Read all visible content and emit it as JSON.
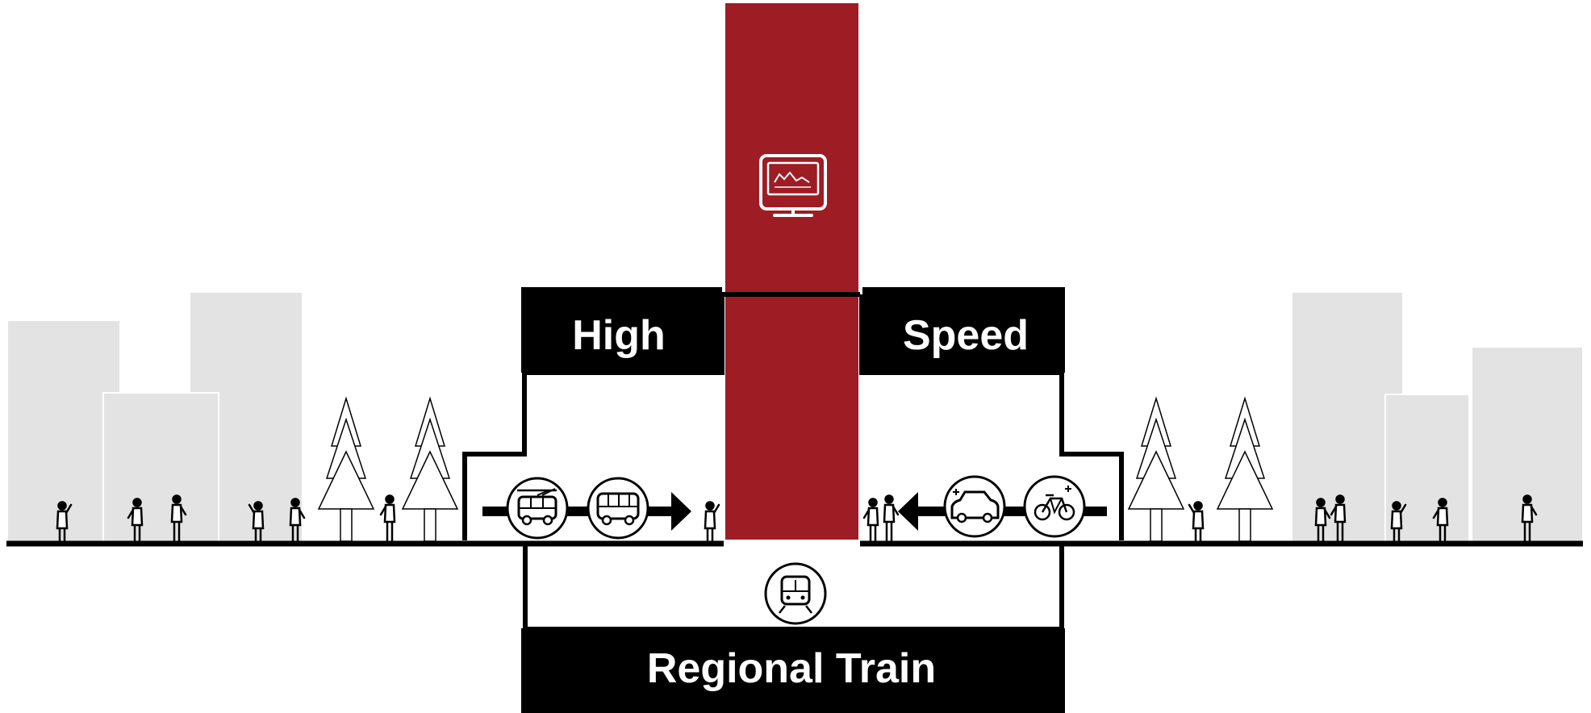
{
  "labels": {
    "top_left": "High",
    "top_right": "Speed",
    "bottom": "Regional Train"
  },
  "colors": {
    "tower": "#9E1C24",
    "building": "#E3E3E3",
    "ink": "#000000",
    "paper": "#FFFFFF"
  },
  "icons": {
    "tower": "monitor-chart-icon",
    "left_deck": [
      "trolleybus-icon",
      "bus-icon"
    ],
    "right_deck": [
      "electric-car-icon",
      "electric-bike-icon"
    ],
    "underground": "train-icon"
  },
  "flows": {
    "left_deck_direction": "right",
    "right_deck_direction": "left"
  }
}
